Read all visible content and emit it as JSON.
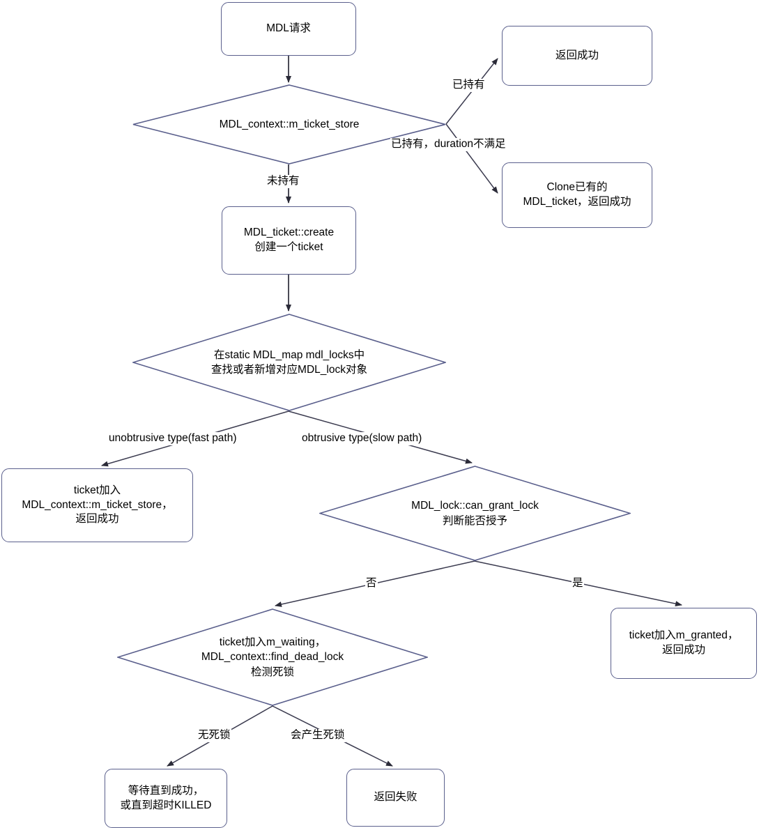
{
  "diagram": {
    "title": "MDL lock acquisition flowchart",
    "colors": {
      "node_stroke": "#5a5f8c",
      "edge_stroke": "#3b3b4f",
      "text": "#000000",
      "background": "#ffffff"
    },
    "nodes": {
      "start": {
        "label": "MDL请求",
        "shape": "rounded-rect"
      },
      "ticket_store_decision": {
        "label": "MDL_context::m_ticket_store",
        "shape": "diamond"
      },
      "return_success_top": {
        "label": "返回成功",
        "shape": "rounded-rect"
      },
      "clone_existing": {
        "label": "Clone已有的\nMDL_ticket，返回成功",
        "shape": "rounded-rect"
      },
      "ticket_create": {
        "label": "MDL_ticket::create\n创建一个ticket",
        "shape": "rounded-rect"
      },
      "mdl_locks_lookup": {
        "label": "在static MDL_map mdl_locks中\n查找或者新增对应MDL_lock对象",
        "shape": "diamond"
      },
      "fast_path_success": {
        "label": "ticket加入\nMDL_context::m_ticket_store，\n返回成功",
        "shape": "rounded-rect"
      },
      "can_grant_lock": {
        "label": "MDL_lock::can_grant_lock\n判断能否授予",
        "shape": "diamond"
      },
      "granted_success": {
        "label": "ticket加入m_granted，\n返回成功",
        "shape": "rounded-rect"
      },
      "find_dead_lock": {
        "label": "ticket加入m_waiting，\nMDL_context::find_dead_lock\n检测死锁",
        "shape": "diamond"
      },
      "wait_until_success": {
        "label": "等待直到成功，\n或直到超时KILLED",
        "shape": "rounded-rect"
      },
      "return_failure": {
        "label": "返回失败",
        "shape": "rounded-rect"
      }
    },
    "edge_labels": {
      "held": "已持有",
      "held_duration_unmet": "已持有，duration不满足",
      "not_held": "未持有",
      "unobtrusive": "unobtrusive type(fast path)",
      "obtrusive": "obtrusive type(slow path)",
      "no": "否",
      "yes": "是",
      "no_deadlock": "无死锁",
      "will_deadlock": "会产生死锁"
    }
  }
}
